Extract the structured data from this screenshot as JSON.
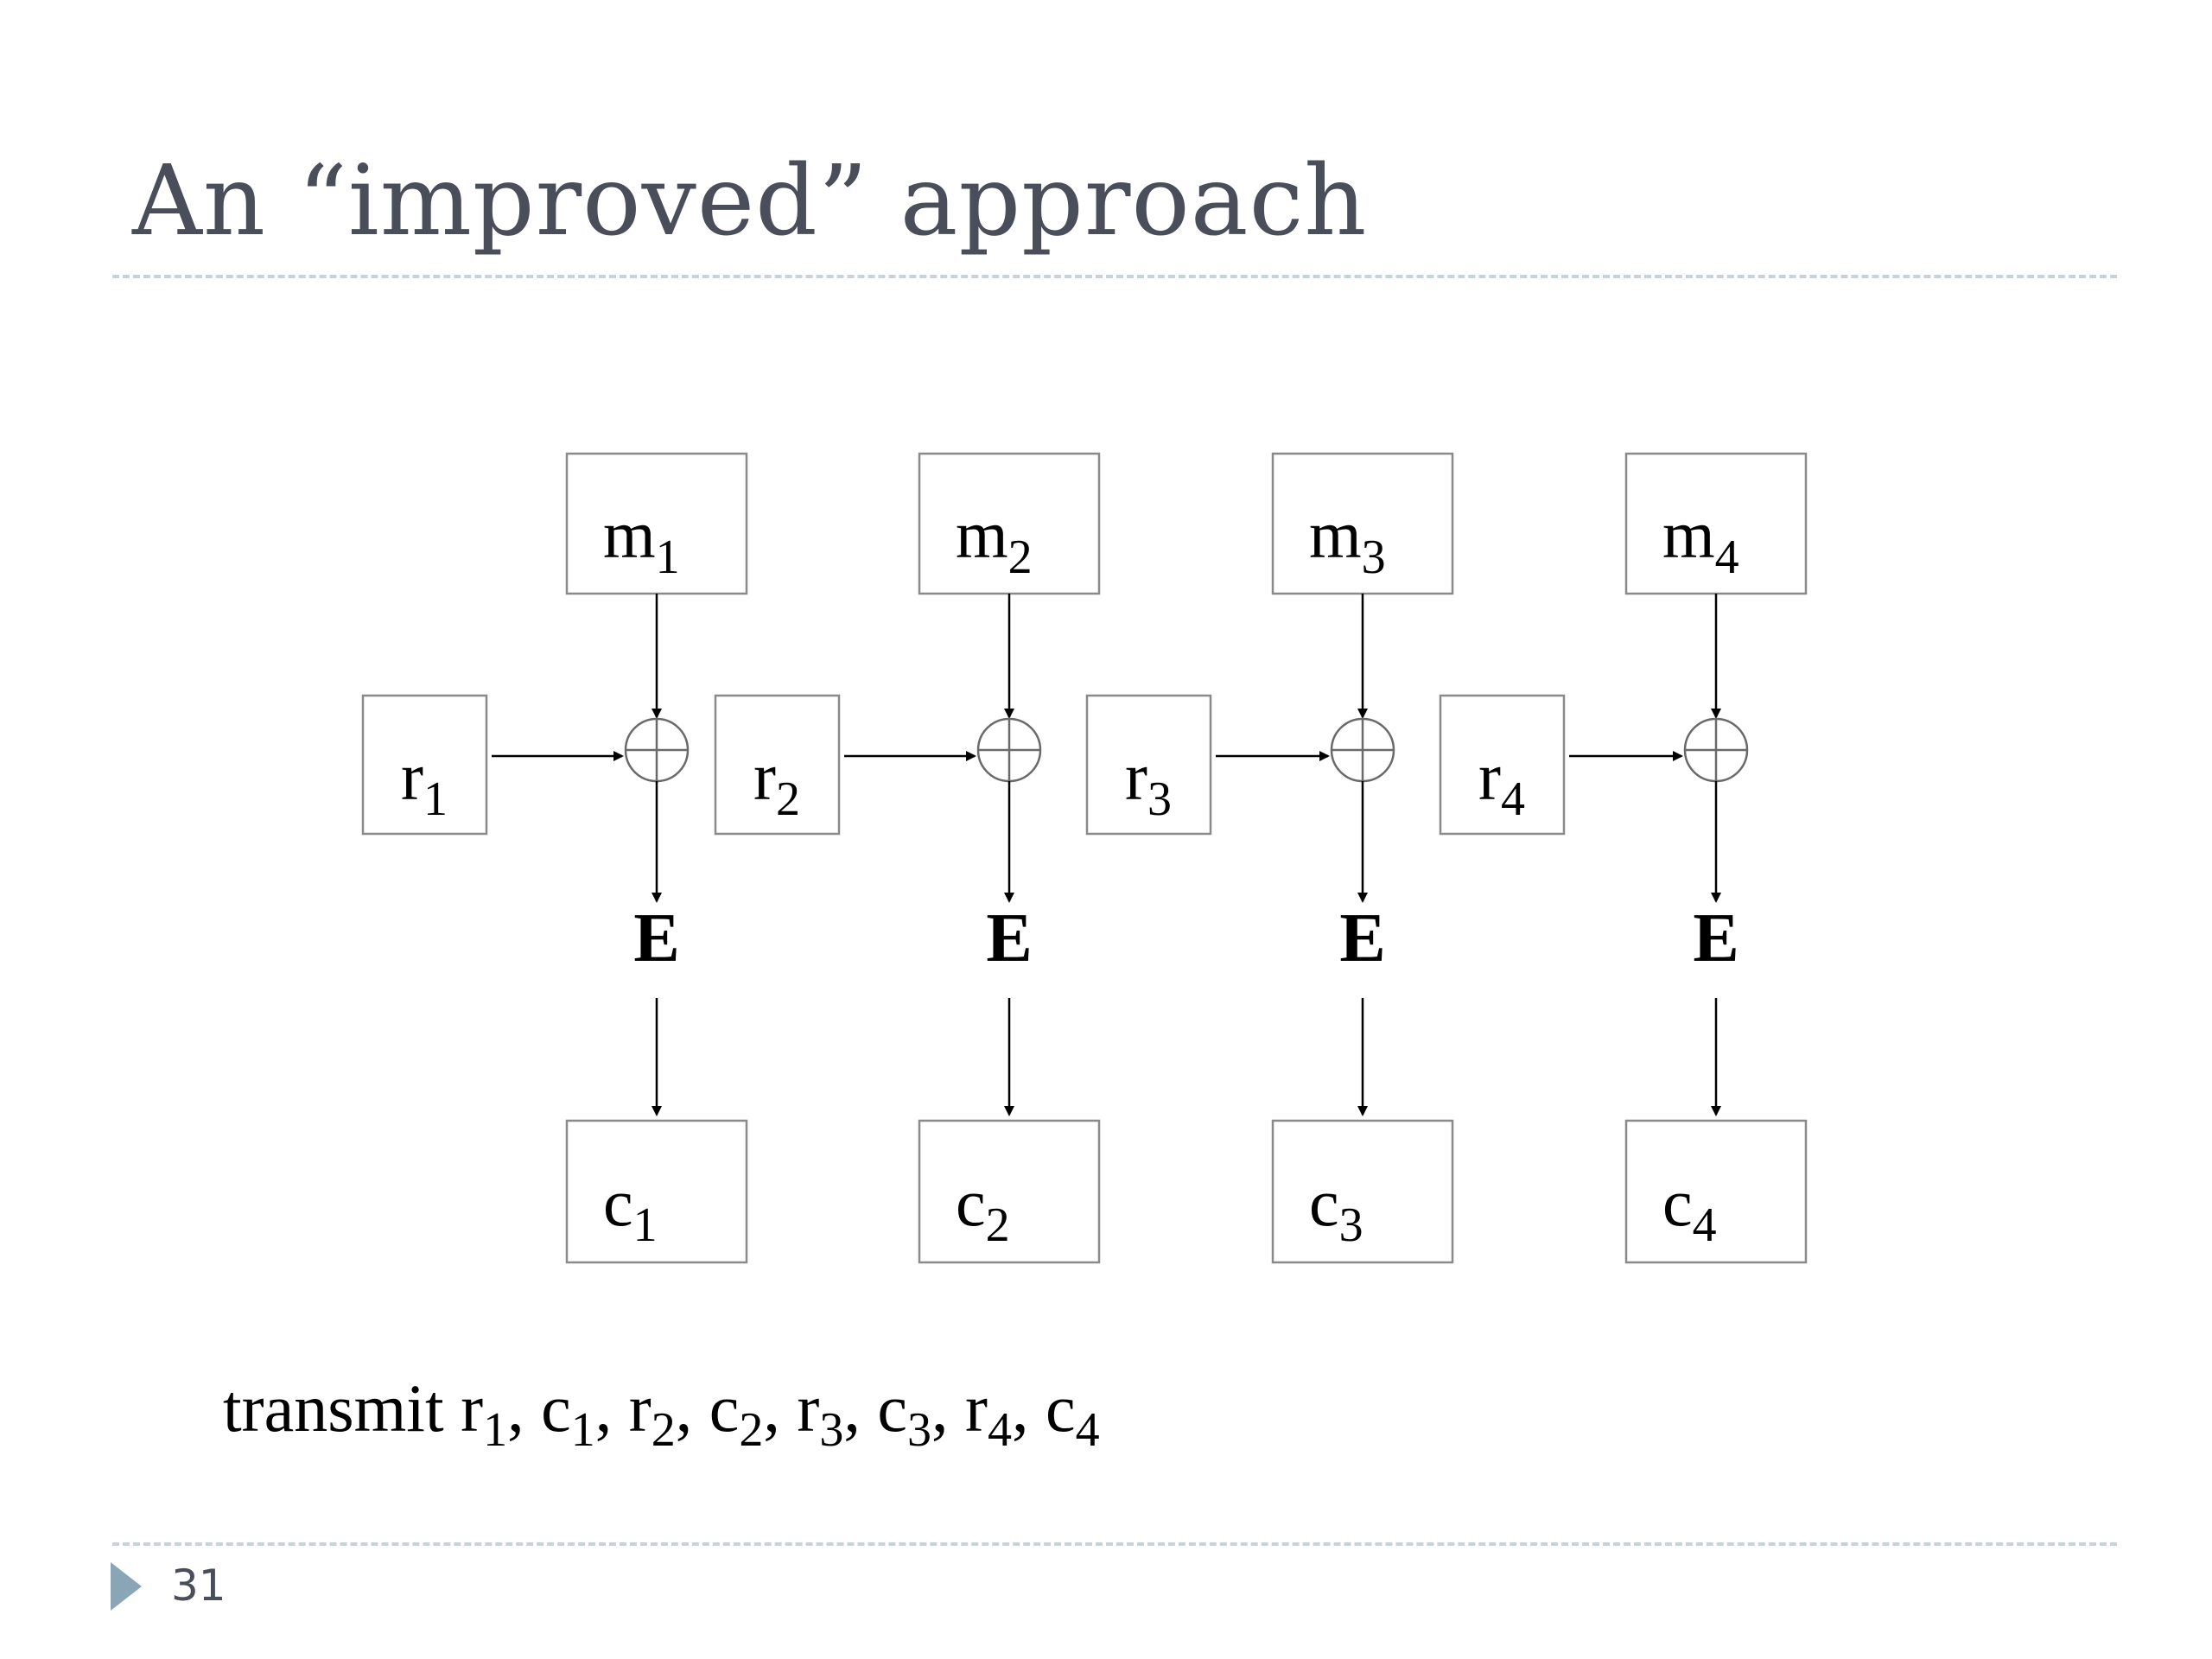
{
  "slide": {
    "title": "An “improved” approach",
    "number": "31"
  },
  "diagram": {
    "blocks": [
      {
        "m": "m",
        "m_sub": "1",
        "r": "r",
        "r_sub": "1",
        "enc": "E",
        "c": "c",
        "c_sub": "1"
      },
      {
        "m": "m",
        "m_sub": "2",
        "r": "r",
        "r_sub": "2",
        "enc": "E",
        "c": "c",
        "c_sub": "2"
      },
      {
        "m": "m",
        "m_sub": "3",
        "r": "r",
        "r_sub": "3",
        "enc": "E",
        "c": "c",
        "c_sub": "3"
      },
      {
        "m": "m",
        "m_sub": "4",
        "r": "r",
        "r_sub": "4",
        "enc": "E",
        "c": "c",
        "c_sub": "4"
      }
    ]
  },
  "transmit": {
    "prefix": "transmit",
    "items": [
      {
        "base": "r",
        "sub": "1"
      },
      {
        "base": "c",
        "sub": "1"
      },
      {
        "base": "r",
        "sub": "2"
      },
      {
        "base": "c",
        "sub": "2"
      },
      {
        "base": "r",
        "sub": "3"
      },
      {
        "base": "c",
        "sub": "3"
      },
      {
        "base": "r",
        "sub": "4"
      },
      {
        "base": "c",
        "sub": "4"
      }
    ]
  }
}
